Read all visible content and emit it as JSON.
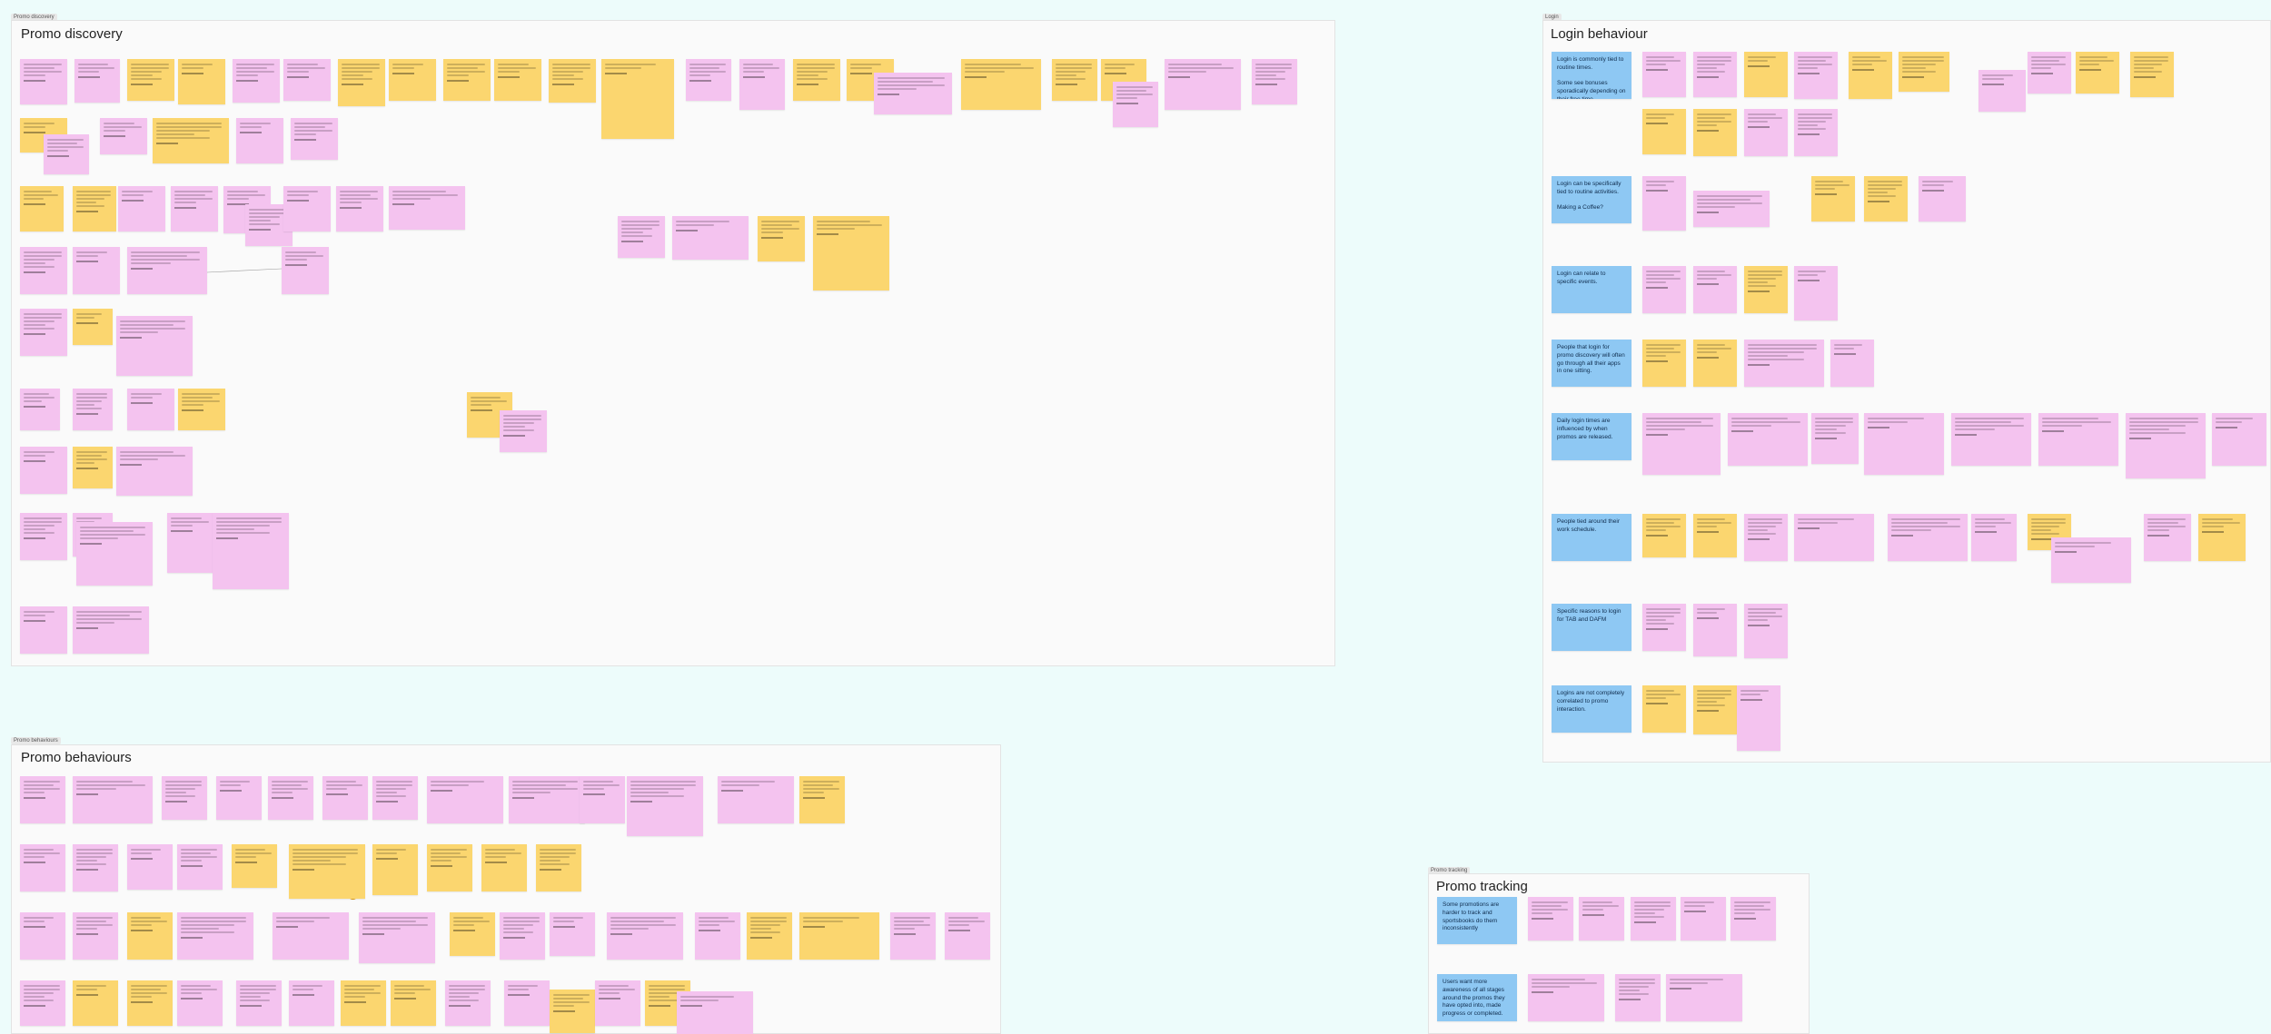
{
  "frames": {
    "promo_discovery": {
      "tag": "Promo discovery",
      "title": "Promo discovery"
    },
    "login_behaviour": {
      "tag": "Login",
      "title": "Login behaviour"
    },
    "promo_behaviours": {
      "tag": "Promo behaviours",
      "title": "Promo behaviours"
    },
    "promo_tracking": {
      "tag": "Promo tracking",
      "title": "Promo tracking"
    }
  },
  "login_themes": [
    "Login is commonly tied to routine times.\n\nSome see bonuses sporadically depending on their free time.",
    "Login can be specifically tied to routine activities.\n\nMaking a Coffee?",
    "Login can relate to specific events.",
    "People that login for promo discovery will often go through all their apps in one sitting.",
    "Daily login times are influenced by when promos are released.",
    "People tied around their work schedule.",
    "Specific reasons to login for TAB and DAFM",
    "Logins are not completely correlated to promo interaction."
  ],
  "tracking_themes": [
    "Some promotions are harder to track and sportsbooks do them inconsistently",
    "Users want more awareness of all stages around the promos they have opted into, made progress or completed."
  ],
  "colors": {
    "pink": "#f4c3ef",
    "yellow": "#fbd66f",
    "blue": "#8ec8f3",
    "background": "#edfcfb"
  }
}
